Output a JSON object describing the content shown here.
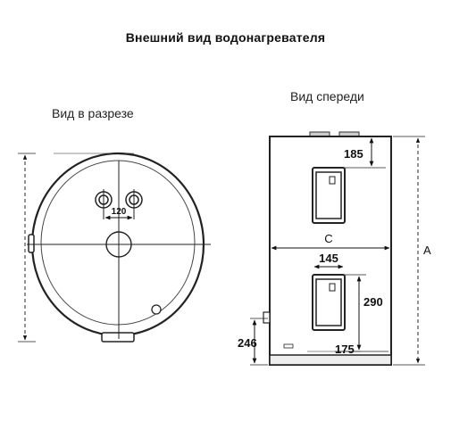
{
  "title": "Внешний вид водонагревателя",
  "views": {
    "section_label": "Вид в разрезе",
    "front_label": "Вид спереди"
  },
  "dimensions": {
    "pipe_spacing": "120",
    "top_to_panel": "185",
    "width_label": "C",
    "height_label": "A",
    "panel_width": "145",
    "panel_height": "290",
    "side_height": "246",
    "bottom_offset": "175"
  }
}
